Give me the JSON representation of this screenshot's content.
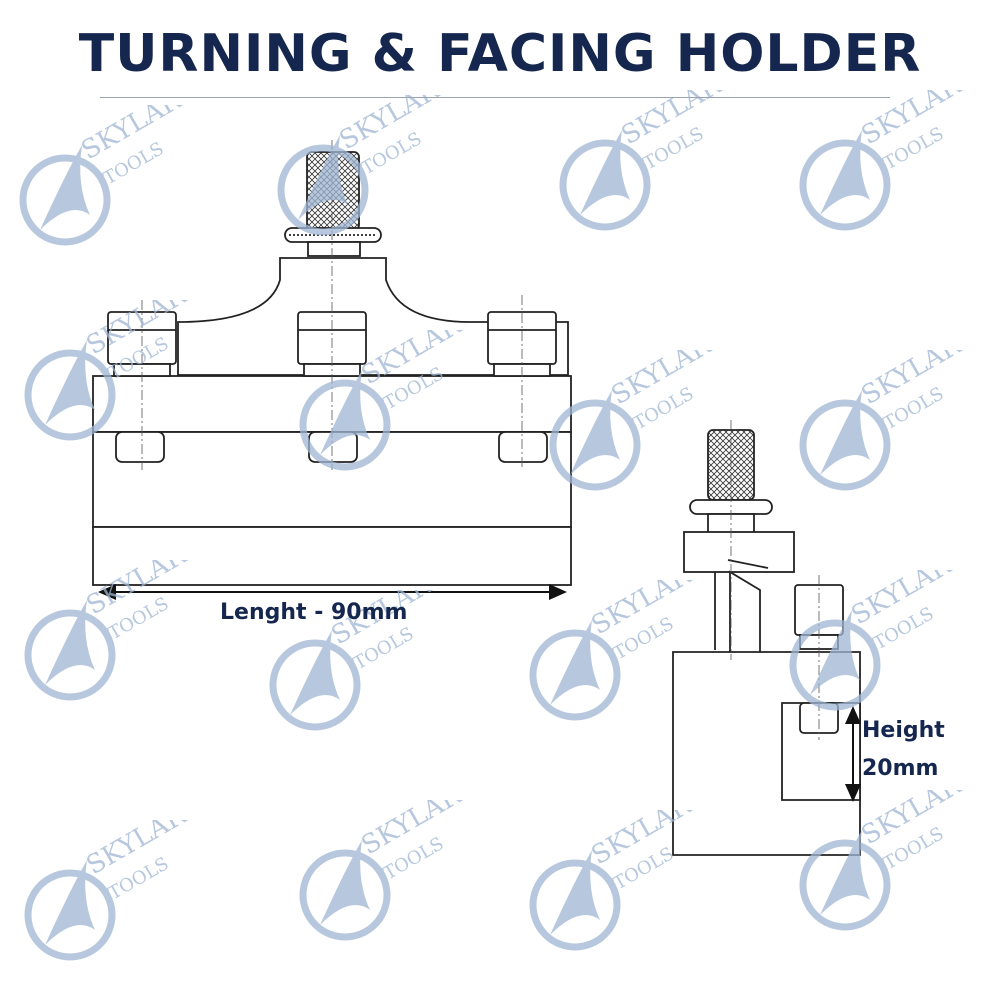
{
  "title": "TURNING & FACING HOLDER",
  "dimensions": {
    "length_label": "Lenght - 90mm",
    "height_label_line1": "Height",
    "height_label_line2": "20mm"
  },
  "watermark": {
    "brand": "SKYLARK",
    "sub": "TOOLS",
    "color": "#9fb6d3",
    "icon": "bird-logo-icon"
  },
  "colors": {
    "title": "#15274e",
    "line": "#1a1a1a",
    "dimension": "#15274e"
  }
}
